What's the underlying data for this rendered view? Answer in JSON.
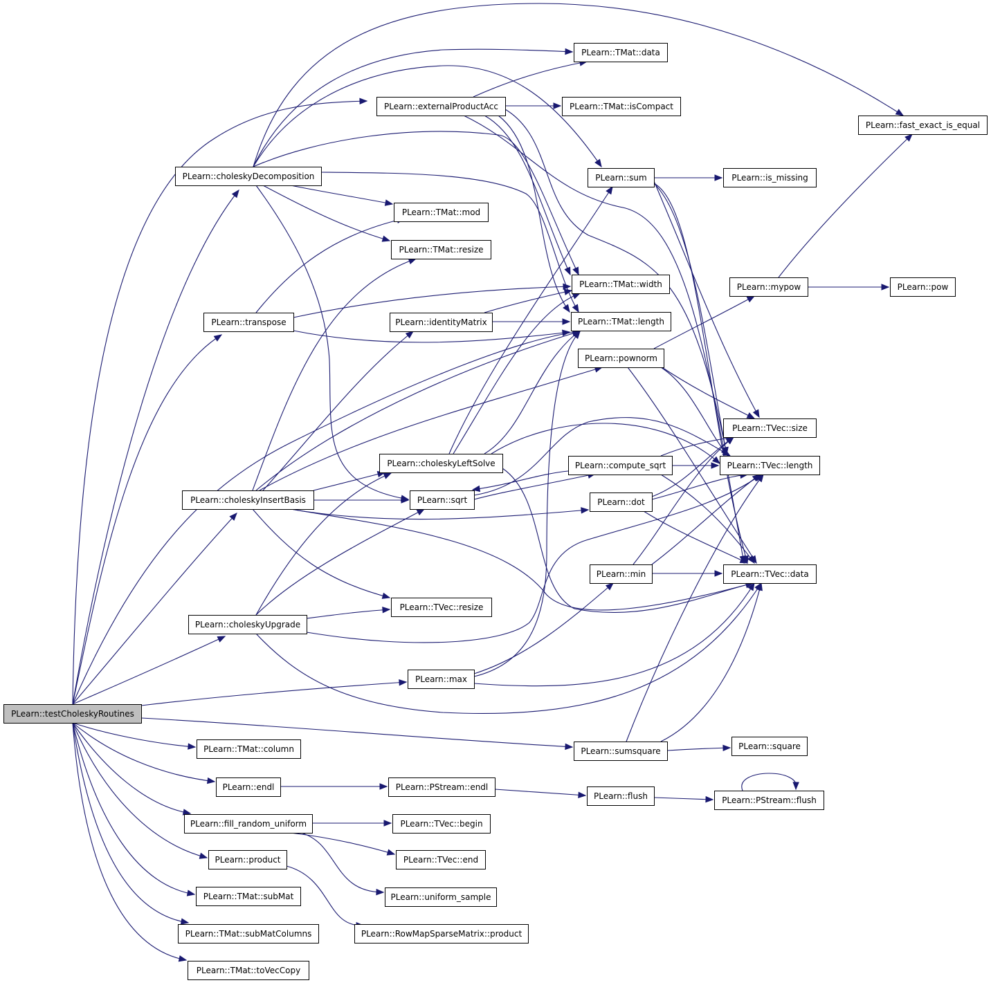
{
  "graph": {
    "root": "testCholeskyRoutines",
    "nodes": [
      {
        "id": "testCholeskyRoutines",
        "label": "PLearn::testCholeskyRoutines"
      },
      {
        "id": "choleskyDecomposition",
        "label": "PLearn::choleskyDecomposition"
      },
      {
        "id": "externalProductAcc",
        "label": "PLearn::externalProductAcc"
      },
      {
        "id": "TMat_data",
        "label": "PLearn::TMat::data"
      },
      {
        "id": "TMat_isCompact",
        "label": "PLearn::TMat::isCompact"
      },
      {
        "id": "fast_exact_is_equal",
        "label": "PLearn::fast_exact_is_equal"
      },
      {
        "id": "sum",
        "label": "PLearn::sum"
      },
      {
        "id": "is_missing",
        "label": "PLearn::is_missing"
      },
      {
        "id": "TMat_mod",
        "label": "PLearn::TMat::mod"
      },
      {
        "id": "TMat_resize",
        "label": "PLearn::TMat::resize"
      },
      {
        "id": "TMat_width",
        "label": "PLearn::TMat::width"
      },
      {
        "id": "mypow",
        "label": "PLearn::mypow"
      },
      {
        "id": "pow",
        "label": "PLearn::pow"
      },
      {
        "id": "transpose",
        "label": "PLearn::transpose"
      },
      {
        "id": "identityMatrix",
        "label": "PLearn::identityMatrix"
      },
      {
        "id": "TMat_length",
        "label": "PLearn::TMat::length"
      },
      {
        "id": "pownorm",
        "label": "PLearn::pownorm"
      },
      {
        "id": "TVec_size",
        "label": "PLearn::TVec::size"
      },
      {
        "id": "choleskyLeftSolve",
        "label": "PLearn::choleskyLeftSolve"
      },
      {
        "id": "compute_sqrt",
        "label": "PLearn::compute_sqrt"
      },
      {
        "id": "TVec_length",
        "label": "PLearn::TVec::length"
      },
      {
        "id": "choleskyInsertBasis",
        "label": "PLearn::choleskyInsertBasis"
      },
      {
        "id": "sqrt",
        "label": "PLearn::sqrt"
      },
      {
        "id": "dot",
        "label": "PLearn::dot"
      },
      {
        "id": "min",
        "label": "PLearn::min"
      },
      {
        "id": "TVec_data",
        "label": "PLearn::TVec::data"
      },
      {
        "id": "TVec_resize",
        "label": "PLearn::TVec::resize"
      },
      {
        "id": "choleskyUpgrade",
        "label": "PLearn::choleskyUpgrade"
      },
      {
        "id": "max",
        "label": "PLearn::max"
      },
      {
        "id": "TMat_column",
        "label": "PLearn::TMat::column"
      },
      {
        "id": "sumsquare",
        "label": "PLearn::sumsquare"
      },
      {
        "id": "square",
        "label": "PLearn::square"
      },
      {
        "id": "endl",
        "label": "PLearn::endl"
      },
      {
        "id": "PStream_endl",
        "label": "PLearn::PStream::endl"
      },
      {
        "id": "flush",
        "label": "PLearn::flush"
      },
      {
        "id": "PStream_flush",
        "label": "PLearn::PStream::flush"
      },
      {
        "id": "fill_random_uniform",
        "label": "PLearn::fill_random_uniform"
      },
      {
        "id": "TVec_begin",
        "label": "PLearn::TVec::begin"
      },
      {
        "id": "TVec_end",
        "label": "PLearn::TVec::end"
      },
      {
        "id": "product",
        "label": "PLearn::product"
      },
      {
        "id": "uniform_sample",
        "label": "PLearn::uniform_sample"
      },
      {
        "id": "TMat_subMat",
        "label": "PLearn::TMat::subMat"
      },
      {
        "id": "RowMapSparseMatrix_product",
        "label": "PLearn::RowMapSparseMatrix::product"
      },
      {
        "id": "TMat_subMatColumns",
        "label": "PLearn::TMat::subMatColumns"
      },
      {
        "id": "TMat_toVecCopy",
        "label": "PLearn::TMat::toVecCopy"
      }
    ],
    "edges": [
      [
        "testCholeskyRoutines",
        "externalProductAcc"
      ],
      [
        "testCholeskyRoutines",
        "choleskyDecomposition"
      ],
      [
        "testCholeskyRoutines",
        "transpose"
      ],
      [
        "testCholeskyRoutines",
        "TMat_length"
      ],
      [
        "testCholeskyRoutines",
        "choleskyInsertBasis"
      ],
      [
        "testCholeskyRoutines",
        "choleskyUpgrade"
      ],
      [
        "testCholeskyRoutines",
        "max"
      ],
      [
        "testCholeskyRoutines",
        "sumsquare"
      ],
      [
        "testCholeskyRoutines",
        "TMat_column"
      ],
      [
        "testCholeskyRoutines",
        "endl"
      ],
      [
        "testCholeskyRoutines",
        "fill_random_uniform"
      ],
      [
        "testCholeskyRoutines",
        "product"
      ],
      [
        "testCholeskyRoutines",
        "TMat_subMat"
      ],
      [
        "testCholeskyRoutines",
        "TMat_subMatColumns"
      ],
      [
        "testCholeskyRoutines",
        "TMat_toVecCopy"
      ],
      [
        "choleskyDecomposition",
        "TMat_data"
      ],
      [
        "choleskyDecomposition",
        "fast_exact_is_equal"
      ],
      [
        "choleskyDecomposition",
        "sum"
      ],
      [
        "choleskyDecomposition",
        "TMat_mod"
      ],
      [
        "choleskyDecomposition",
        "TMat_resize"
      ],
      [
        "choleskyDecomposition",
        "TMat_width"
      ],
      [
        "choleskyDecomposition",
        "TMat_length"
      ],
      [
        "choleskyDecomposition",
        "sqrt"
      ],
      [
        "externalProductAcc",
        "TMat_data"
      ],
      [
        "externalProductAcc",
        "TMat_isCompact"
      ],
      [
        "externalProductAcc",
        "TMat_width"
      ],
      [
        "externalProductAcc",
        "TMat_length"
      ],
      [
        "externalProductAcc",
        "TVec_length"
      ],
      [
        "externalProductAcc",
        "TVec_data"
      ],
      [
        "sum",
        "is_missing"
      ],
      [
        "sum",
        "TVec_size"
      ],
      [
        "sum",
        "TVec_length"
      ],
      [
        "sum",
        "TVec_data"
      ],
      [
        "transpose",
        "TMat_mod"
      ],
      [
        "transpose",
        "TMat_width"
      ],
      [
        "transpose",
        "TMat_length"
      ],
      [
        "identityMatrix",
        "TMat_width"
      ],
      [
        "identityMatrix",
        "TMat_length"
      ],
      [
        "mypow",
        "pow"
      ],
      [
        "mypow",
        "fast_exact_is_equal"
      ],
      [
        "pownorm",
        "mypow"
      ],
      [
        "pownorm",
        "TVec_size"
      ],
      [
        "pownorm",
        "TVec_length"
      ],
      [
        "pownorm",
        "TVec_data"
      ],
      [
        "choleskyLeftSolve",
        "sum"
      ],
      [
        "choleskyLeftSolve",
        "TMat_width"
      ],
      [
        "choleskyLeftSolve",
        "TMat_length"
      ],
      [
        "choleskyLeftSolve",
        "TVec_length"
      ],
      [
        "choleskyLeftSolve",
        "TVec_data"
      ],
      [
        "choleskyInsertBasis",
        "TMat_resize"
      ],
      [
        "choleskyInsertBasis",
        "identityMatrix"
      ],
      [
        "choleskyInsertBasis",
        "TMat_length"
      ],
      [
        "choleskyInsertBasis",
        "pownorm"
      ],
      [
        "choleskyInsertBasis",
        "choleskyLeftSolve"
      ],
      [
        "choleskyInsertBasis",
        "sqrt"
      ],
      [
        "choleskyInsertBasis",
        "dot"
      ],
      [
        "choleskyInsertBasis",
        "TVec_resize"
      ],
      [
        "choleskyInsertBasis",
        "TVec_data"
      ],
      [
        "sqrt",
        "compute_sqrt"
      ],
      [
        "sqrt",
        "TVec_length"
      ],
      [
        "compute_sqrt",
        "sqrt"
      ],
      [
        "compute_sqrt",
        "TVec_size"
      ],
      [
        "compute_sqrt",
        "TVec_length"
      ],
      [
        "compute_sqrt",
        "TVec_data"
      ],
      [
        "dot",
        "TVec_size"
      ],
      [
        "dot",
        "TVec_length"
      ],
      [
        "dot",
        "TVec_data"
      ],
      [
        "min",
        "TVec_size"
      ],
      [
        "min",
        "TVec_length"
      ],
      [
        "min",
        "TVec_data"
      ],
      [
        "choleskyUpgrade",
        "choleskyLeftSolve"
      ],
      [
        "choleskyUpgrade",
        "sqrt"
      ],
      [
        "choleskyUpgrade",
        "TVec_resize"
      ],
      [
        "choleskyUpgrade",
        "TVec_length"
      ],
      [
        "choleskyUpgrade",
        "TVec_data"
      ],
      [
        "max",
        "min"
      ],
      [
        "max",
        "TMat_length"
      ],
      [
        "max",
        "TVec_data"
      ],
      [
        "sumsquare",
        "square"
      ],
      [
        "sumsquare",
        "TVec_length"
      ],
      [
        "sumsquare",
        "TVec_data"
      ],
      [
        "endl",
        "PStream_endl"
      ],
      [
        "PStream_endl",
        "flush"
      ],
      [
        "flush",
        "PStream_flush"
      ],
      [
        "PStream_flush",
        "PStream_flush"
      ],
      [
        "fill_random_uniform",
        "TVec_begin"
      ],
      [
        "fill_random_uniform",
        "TVec_end"
      ],
      [
        "fill_random_uniform",
        "uniform_sample"
      ],
      [
        "product",
        "RowMapSparseMatrix_product"
      ]
    ]
  },
  "colors": {
    "edge": "#191970",
    "node_border": "#000000",
    "node_fill": "#ffffff",
    "root_fill": "#bfbfbf"
  }
}
